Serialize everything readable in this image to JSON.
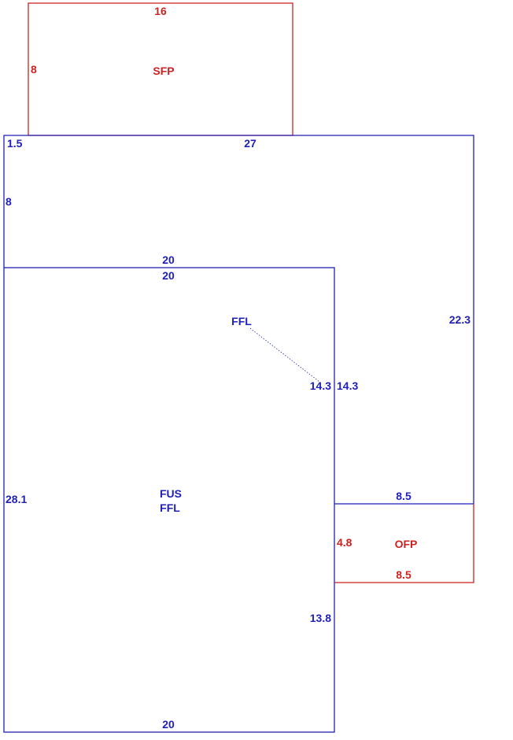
{
  "colors": {
    "blue": "#1f1fb8",
    "red": "#cc2222"
  },
  "sfp": {
    "name": "SFP",
    "top": "16",
    "left": "8"
  },
  "main": {
    "top_left": "1.5",
    "top": "27",
    "left": "8",
    "mid_top": "20",
    "right": "22.3"
  },
  "lower": {
    "top": "20",
    "left": "28.1",
    "inner_right": "14.3",
    "outer_right": "14.3",
    "lower_right": "13.8",
    "bottom": "20",
    "ffl_label": "FFL",
    "center_line1": "FUS",
    "center_line2": "FFL"
  },
  "ofp": {
    "name": "OFP",
    "top": "8.5",
    "left": "4.8",
    "bottom": "8.5"
  }
}
